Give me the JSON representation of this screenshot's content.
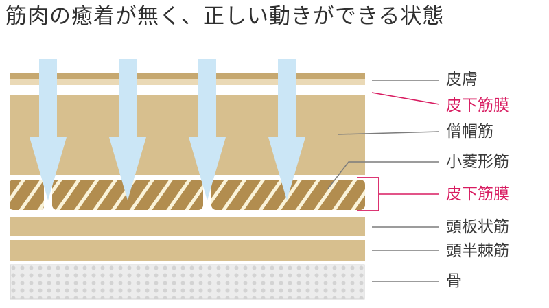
{
  "title": "筋肉の癒着が無く、正しい動きができる状態",
  "labels": {
    "skin": "皮膚",
    "subcutaneous_fascia_top": "皮下筋膜",
    "trapezius": "僧帽筋",
    "rhomboid": "小菱形筋",
    "subcutaneous_fascia_mid": "皮下筋膜",
    "splenius": "頭板状筋",
    "semispinalis": "頭半棘筋",
    "bone": "骨"
  },
  "colors": {
    "muscle": "#d7bf8e",
    "skin_dark": "#c6a870",
    "skin_light": "#ead9b6",
    "fascia_stripe_dark": "#b28d4f",
    "fascia_stripe_light": "#faf3d9",
    "arrow": "#cbe6f6",
    "bone_fill": "#ececec",
    "bone_dot": "#d3d3d3",
    "leader_gray": "#7c7c7c",
    "leader_pink": "#d81b60"
  }
}
